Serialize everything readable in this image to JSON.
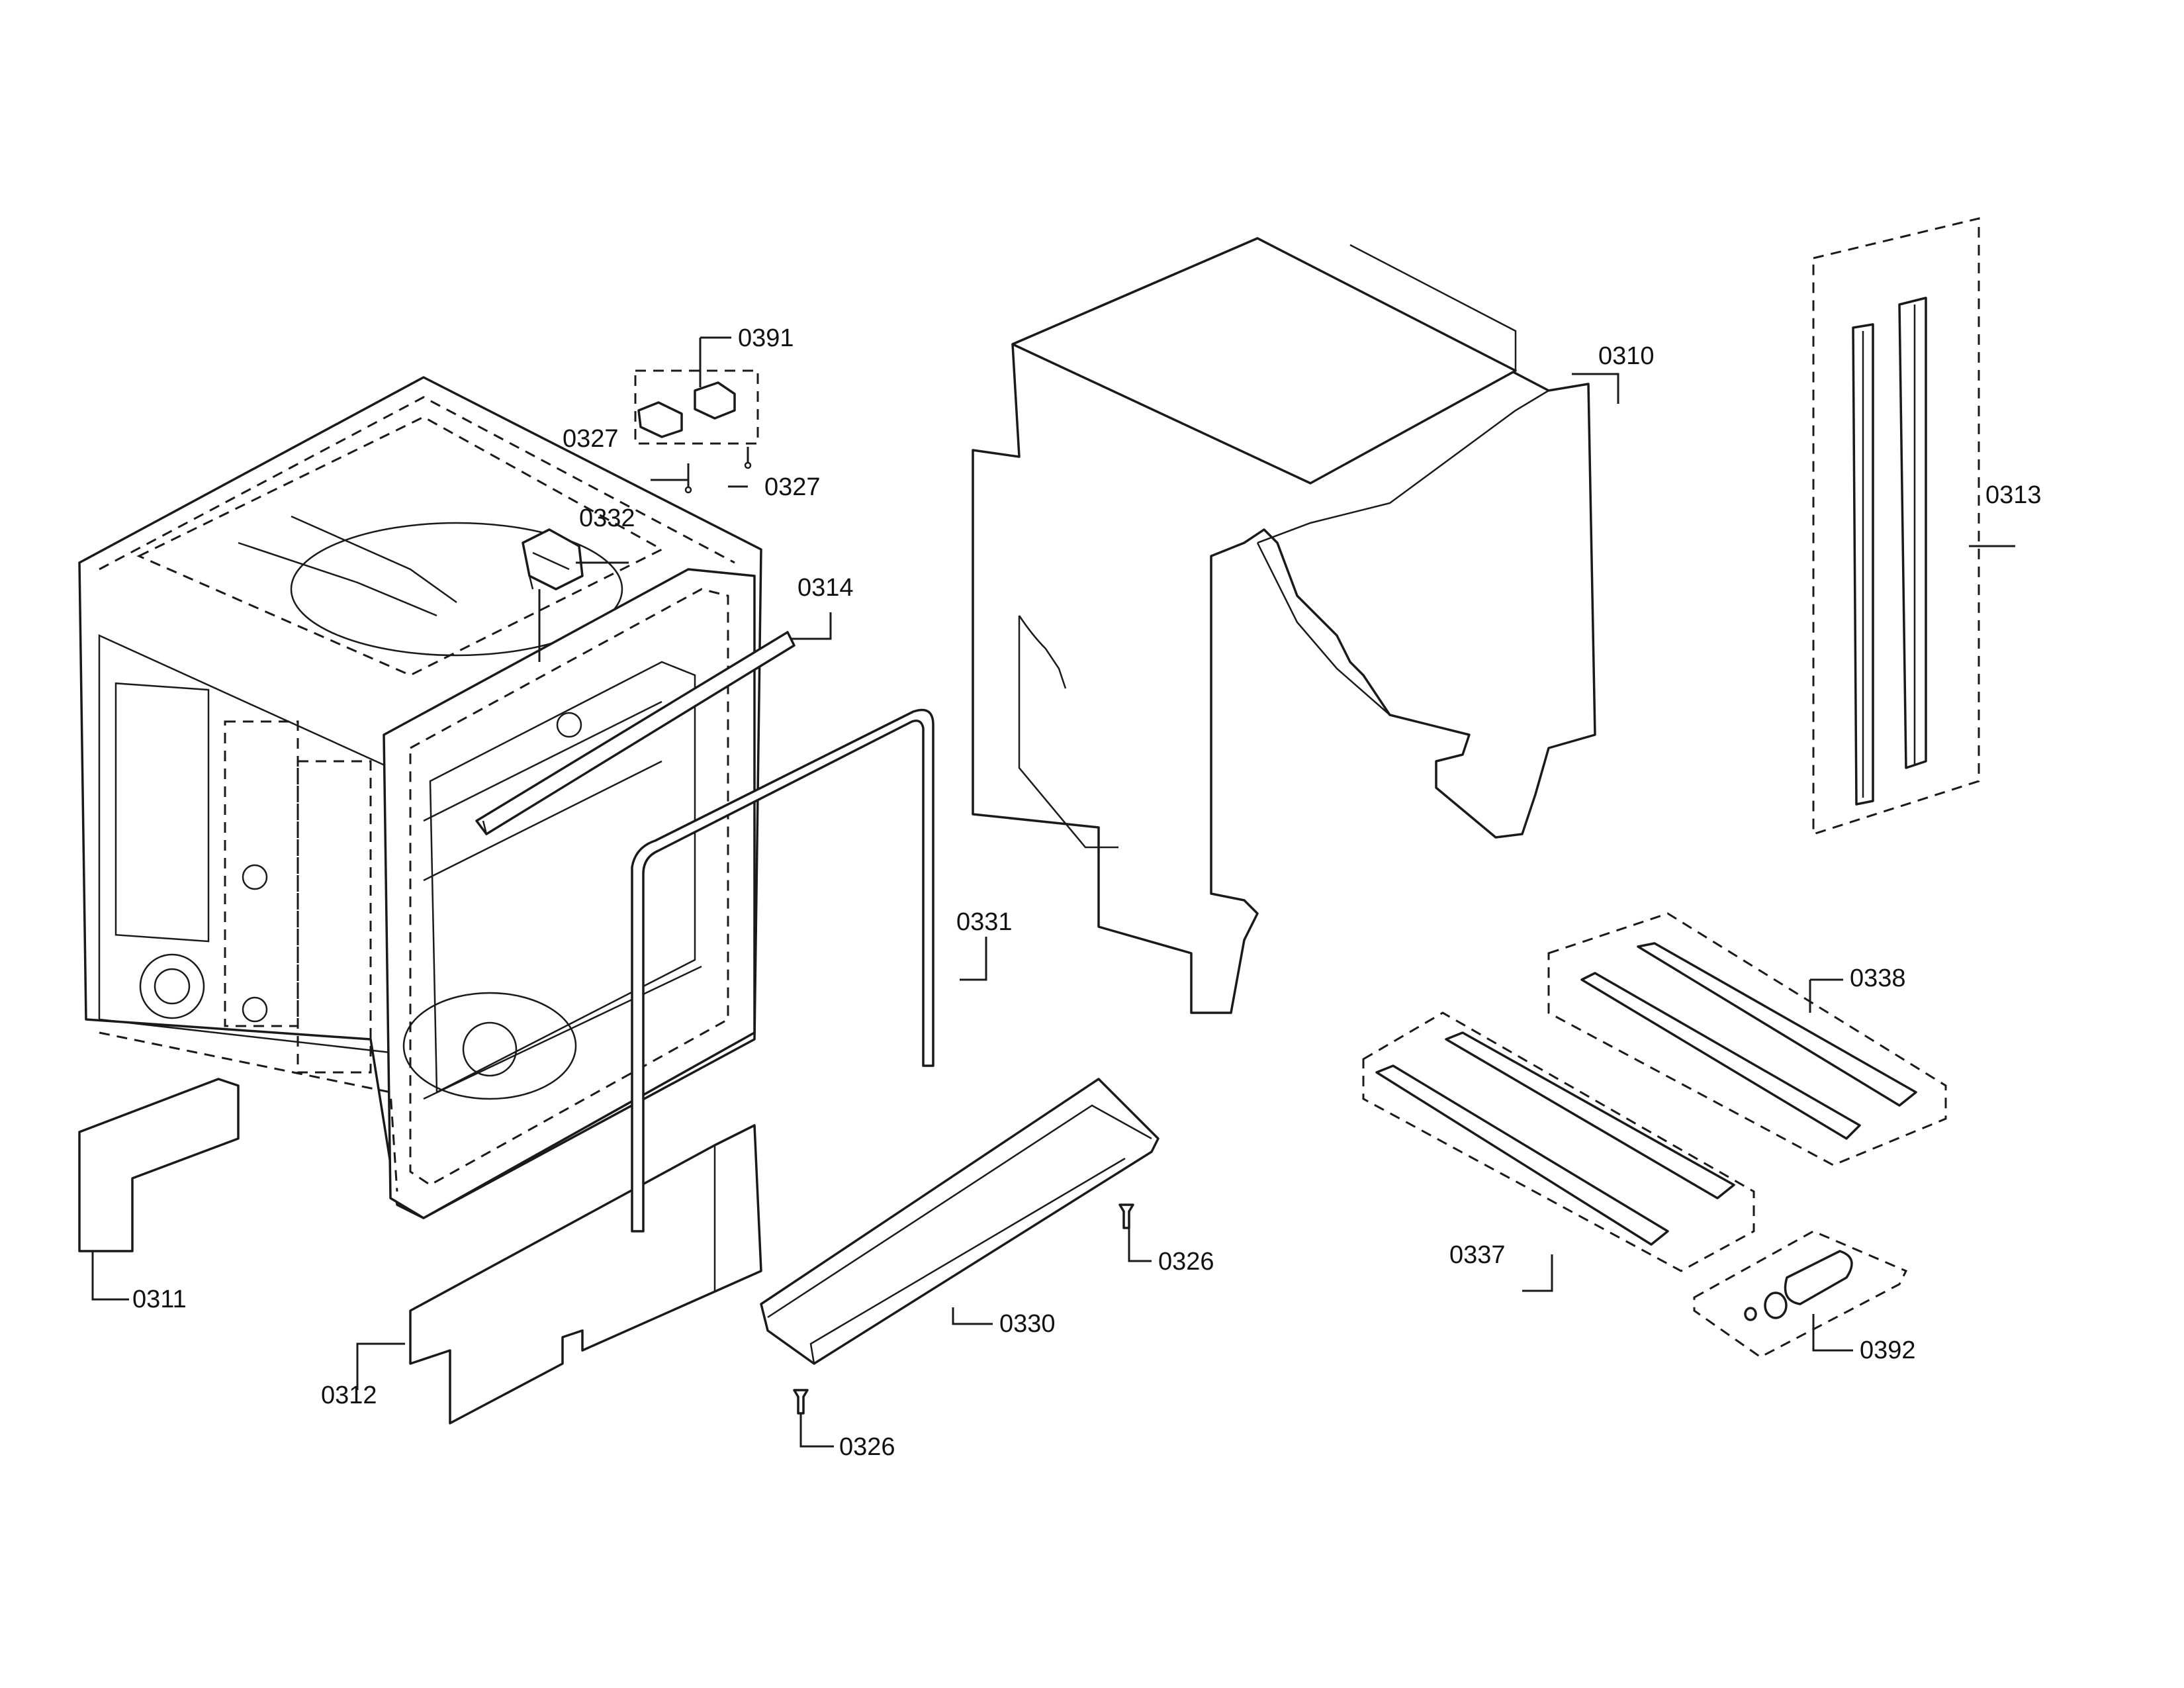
{
  "callouts": {
    "c0310": "0310",
    "c0311": "0311",
    "c0312": "0312",
    "c0313": "0313",
    "c0314": "0314",
    "c0326a": "0326",
    "c0326b": "0326",
    "c0327a": "0327",
    "c0327b": "0327",
    "c0330": "0330",
    "c0331": "0331",
    "c0332": "0332",
    "c0337": "0337",
    "c0338": "0338",
    "c0391": "0391",
    "c0392": "0392"
  }
}
